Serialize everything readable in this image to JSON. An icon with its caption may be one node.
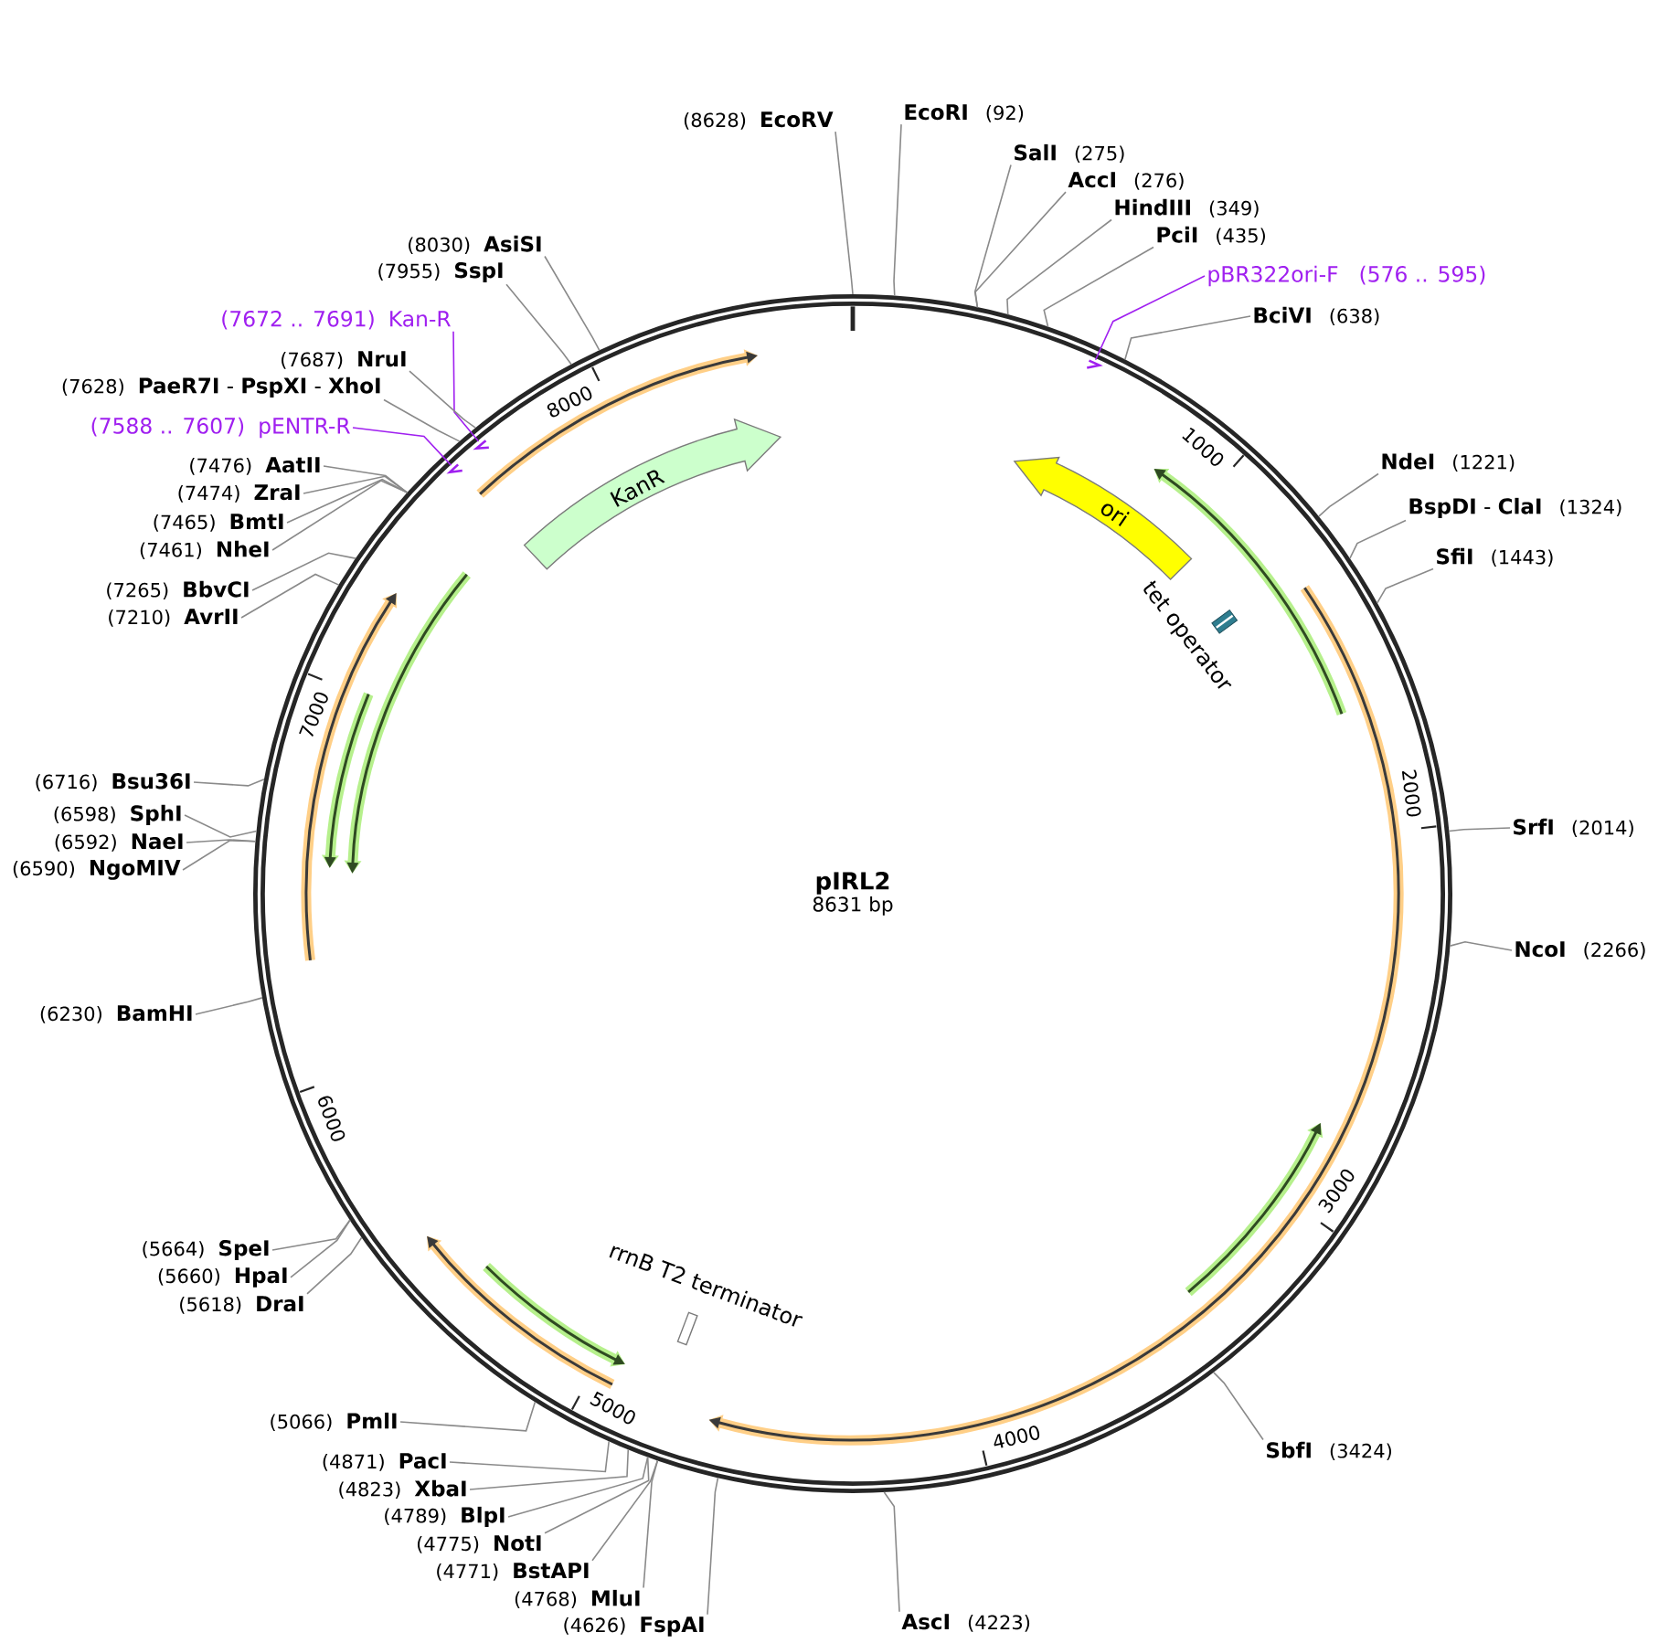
{
  "diagram": {
    "nodes": [
      {
        "text": [
          "pIRL2",
          "8631 bp"
        ]
      },
      {
        "text": [
          "EcoRI",
          "(92)"
        ]
      },
      {
        "text": [
          "SalI",
          "(275)"
        ]
      },
      {
        "text": [
          "AccI",
          "(276)"
        ]
      },
      {
        "text": [
          "HindIII",
          "(349)"
        ]
      },
      {
        "text": [
          "PciI",
          "(435)"
        ]
      },
      {
        "text": [
          "pBR322ori-F",
          "(576 .. 595)"
        ]
      },
      {
        "text": [
          "BciVI",
          "(638)"
        ]
      },
      {
        "text": [
          "NdeI",
          "(1221)"
        ]
      },
      {
        "text": [
          "**BspDI** - **ClaI**",
          "(1324)"
        ]
      },
      {
        "text": [
          "SfiI",
          "(1443)"
        ]
      },
      {
        "text": [
          "SrfI",
          "(2014)"
        ]
      },
      {
        "text": [
          "NcoI",
          "(2266)"
        ]
      },
      {
        "text": [
          "SbfI",
          "(3424)"
        ]
      },
      {
        "text": [
          "AscI",
          "(4223)"
        ]
      },
      {
        "text": [
          "(4626)",
          "FspAI"
        ]
      },
      {
        "text": [
          "(4768)",
          "MluI"
        ]
      },
      {
        "text": [
          "(4771)",
          "BstAPI"
        ]
      },
      {
        "text": [
          "(4775)",
          "NotI"
        ]
      },
      {
        "text": [
          "(4789)",
          "BlpI"
        ]
      },
      {
        "text": [
          "(4823)",
          "XbaI"
        ]
      },
      {
        "text": [
          "(4871)",
          "PacI"
        ]
      },
      {
        "text": [
          "(5066)",
          "PmlI"
        ]
      },
      {
        "text": [
          "(5618)",
          "DraI"
        ]
      },
      {
        "text": [
          "(5660)",
          "HpaI"
        ]
      },
      {
        "text": [
          "(5664)",
          "SpeI"
        ]
      },
      {
        "text": [
          "(6230)",
          "BamHI"
        ]
      },
      {
        "text": [
          "(6590)",
          "NgoMIV"
        ]
      },
      {
        "text": [
          "(6592)",
          "NaeI"
        ]
      },
      {
        "text": [
          "(6598)",
          "SphI"
        ]
      },
      {
        "text": [
          "(6716)",
          "Bsu36I"
        ]
      },
      {
        "text": [
          "(7210)",
          "AvrII"
        ]
      },
      {
        "text": [
          "(7265)",
          "BbvCI"
        ]
      },
      {
        "text": [
          "(7461)",
          "NheI"
        ]
      },
      {
        "text": [
          "(7465)",
          "BmtI"
        ]
      },
      {
        "text": [
          "(7474)",
          "ZraI"
        ]
      },
      {
        "text": [
          "(7476)",
          "AatII"
        ]
      },
      {
        "text": [
          "(7588 .. 7607)",
          "pENTR-R"
        ]
      },
      {
        "text": [
          "(7628)",
          "**PaeR7I** - **PspXI** - **XhoI**"
        ]
      },
      {
        "text": [
          "(7672 .. 7691)",
          "Kan-R"
        ]
      },
      {
        "text": [
          "(7687)",
          "NruI"
        ]
      },
      {
        "text": [
          "(7955)",
          "SspI"
        ]
      },
      {
        "text": [
          "(8030)",
          "AsiSI"
        ]
      },
      {
        "text": [
          "(8628)",
          "EcoRV"
        ]
      },
      {
        "text": [
          "ori"
        ],
        "in": 0
      },
      {
        "text": [
          "KanR"
        ],
        "in": 0
      },
      {
        "text": [],
        "shape": "box",
        "beside": [
          "tet operator"
        ],
        "in": 0
      },
      {
        "text": [],
        "shape": "box",
        "beside": [
          "rrnB T2 terminator"
        ],
        "in": 0
      },
      {
        "text": [],
        "shape": "bar",
        "in": 0
      },
      {
        "text": [],
        "shape": "bar",
        "in": 0
      },
      {
        "text": [],
        "shape": "bar",
        "in": 0
      }
    ],
    "edges": [
      {
        "from": 1,
        "to": 0,
        "arrow": "none"
      },
      {
        "from": 2,
        "to": 0,
        "arrow": "none"
      },
      {
        "from": 3,
        "to": 0,
        "arrow": "none"
      },
      {
        "from": 4,
        "to": 0,
        "arrow": "none"
      },
      {
        "from": 5,
        "to": 0,
        "arrow": "none"
      },
      {
        "from": 6,
        "to": 50,
        "arrow": "none",
        "color": "#a020f0"
      },
      {
        "from": 7,
        "to": 0,
        "arrow": "none"
      },
      {
        "from": 8,
        "to": 0,
        "arrow": "none"
      },
      {
        "from": 9,
        "to": 0,
        "arrow": "none"
      },
      {
        "from": 10,
        "to": 0,
        "arrow": "none"
      },
      {
        "from": 11,
        "to": 0,
        "arrow": "none"
      },
      {
        "from": 12,
        "to": 0,
        "arrow": "none"
      },
      {
        "from": 13,
        "to": 0,
        "arrow": "none"
      },
      {
        "from": 14,
        "to": 0,
        "arrow": "none"
      },
      {
        "from": 15,
        "to": 0,
        "arrow": "none"
      },
      {
        "from": 16,
        "to": 0,
        "arrow": "none"
      },
      {
        "from": 17,
        "to": 0,
        "arrow": "none"
      },
      {
        "from": 18,
        "to": 0,
        "arrow": "none"
      },
      {
        "from": 19,
        "to": 0,
        "arrow": "none"
      },
      {
        "from": 20,
        "to": 0,
        "arrow": "none"
      },
      {
        "from": 21,
        "to": 0,
        "arrow": "none"
      },
      {
        "from": 22,
        "to": 0,
        "arrow": "none"
      },
      {
        "from": 23,
        "to": 0,
        "arrow": "none"
      },
      {
        "from": 24,
        "to": 0,
        "arrow": "none"
      },
      {
        "from": 25,
        "to": 0,
        "arrow": "none"
      },
      {
        "from": 26,
        "to": 0,
        "arrow": "none"
      },
      {
        "from": 27,
        "to": 0,
        "arrow": "none"
      },
      {
        "from": 28,
        "to": 0,
        "arrow": "none"
      },
      {
        "from": 29,
        "to": 0,
        "arrow": "none"
      },
      {
        "from": 30,
        "to": 0,
        "arrow": "none"
      },
      {
        "from": 31,
        "to": 0,
        "arrow": "none"
      },
      {
        "from": 32,
        "to": 0,
        "arrow": "none"
      },
      {
        "from": 33,
        "to": 0,
        "arrow": "none"
      },
      {
        "from": 34,
        "to": 0,
        "arrow": "none"
      },
      {
        "from": 35,
        "to": 0,
        "arrow": "none"
      },
      {
        "from": 36,
        "to": 0,
        "arrow": "none"
      },
      {
        "from": 37,
        "to": 48,
        "arrow": "none",
        "color": "#a020f0"
      },
      {
        "from": 38,
        "to": 0,
        "arrow": "none"
      },
      {
        "from": 39,
        "to": 49,
        "arrow": "none",
        "color": "#a020f0"
      },
      {
        "from": 40,
        "to": 0,
        "arrow": "none"
      },
      {
        "from": 41,
        "to": 0,
        "arrow": "none"
      },
      {
        "from": 42,
        "to": 0,
        "arrow": "none"
      },
      {
        "from": 43,
        "to": 0,
        "arrow": "none"
      }
    ],
    "labels": [
      "1000",
      "2000",
      "3000",
      "4000",
      "5000",
      "6000",
      "7000",
      "8000"
    ]
  }
}
